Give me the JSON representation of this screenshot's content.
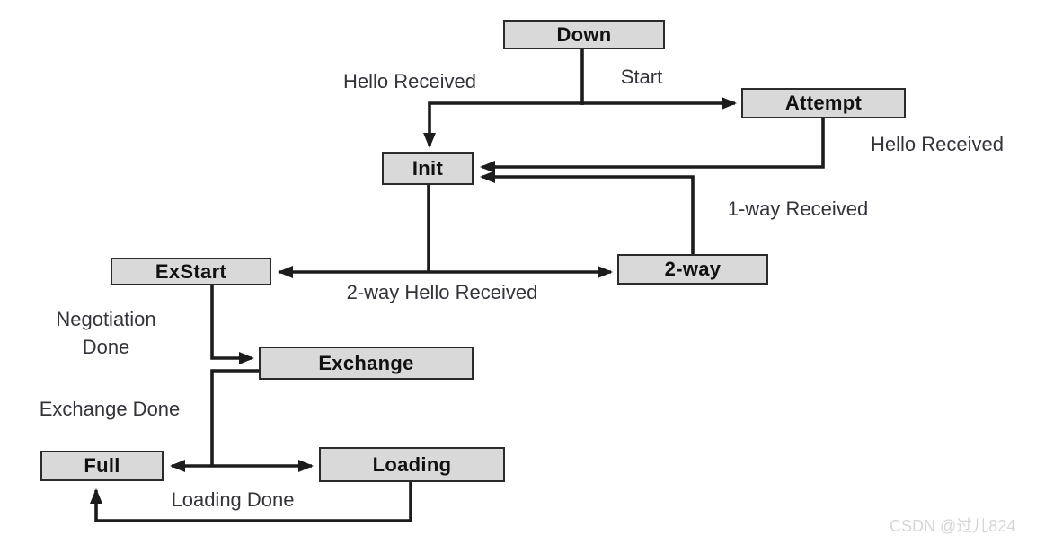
{
  "nodes": {
    "down": "Down",
    "attempt": "Attempt",
    "init": "Init",
    "two_way": "2-way",
    "exstart": "ExStart",
    "exchange": "Exchange",
    "full": "Full",
    "loading": "Loading"
  },
  "labels": {
    "hello_received_top": "Hello Received",
    "start": "Start",
    "hello_received_attempt": "Hello Received",
    "one_way_received": "1-way Received",
    "two_way_hello_received": "2-way Hello Received",
    "negotiation_done_line1": "Negotiation",
    "negotiation_done_line2": "Done",
    "exchange_done": "Exchange Done",
    "loading_done": "Loading Done"
  },
  "edges": [
    {
      "from": "Down",
      "to": "Init",
      "label": "Hello Received"
    },
    {
      "from": "Down",
      "to": "Attempt",
      "label": "Start"
    },
    {
      "from": "Attempt",
      "to": "Init",
      "label": "Hello Received"
    },
    {
      "from": "2-way",
      "to": "Init",
      "label": "1-way Received"
    },
    {
      "from": "Init",
      "to": "ExStart",
      "label": "2-way Hello Received"
    },
    {
      "from": "Init",
      "to": "2-way",
      "label": "2-way Hello Received"
    },
    {
      "from": "ExStart",
      "to": "Exchange",
      "label": "Negotiation Done"
    },
    {
      "from": "Exchange",
      "to": "Full",
      "label": "Exchange Done"
    },
    {
      "from": "Exchange",
      "to": "Loading",
      "label": "Exchange Done"
    },
    {
      "from": "Loading",
      "to": "Full",
      "label": "Loading Done"
    }
  ],
  "colors": {
    "node_fill": "#d9d9d9",
    "node_border": "#2b2b2b",
    "line": "#1c1c1c",
    "label_text": "#33333b",
    "watermark_text": "#d6d6d6"
  },
  "watermark": {
    "text": "CSDN @过儿824"
  }
}
